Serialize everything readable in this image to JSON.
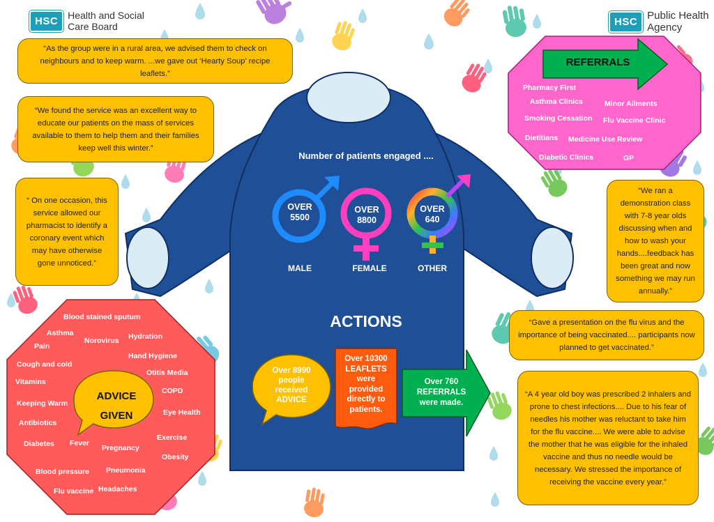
{
  "logos": {
    "hscb_badge": "HSC",
    "hscb_line1": "Health and Social",
    "hscb_line2": "Care Board",
    "pha_badge": "HSC",
    "pha_line1": "Public Health",
    "pha_line2": "Agency"
  },
  "quotes": {
    "q1": "“As the group were in a rural area, we advised them to check on neighbours and to keep warm. ...we gave out ‘Hearty Soup’ recipe leaflets.”",
    "q2": "“We found the service was an excellent way to educate our patients on the mass of services available to them to help them and their families keep well this winter.”",
    "q3": "“ On one occasion, this service allowed our pharmacist to identify a coronary event which may have otherwise gone unnoticed.”",
    "q4": "“We ran a demonstration class with 7-8 year olds discussing when and how to wash your hands....feedback has been great and now something we may run annually.”",
    "q5": "“Gave a presentation on the flu virus and the importance of being vaccinated.... participants now planned to get vaccinated.”",
    "q6": "“A 4 year old boy was prescribed 2 inhalers and prone to chest infections.... Due to his fear of needles his mother was reluctant to take him for the flu vaccine.... We were able to advise the mother that he was eligible for the inhaled vaccine and thus no needle would be necessary. We stressed the importance of receiving the vaccine every year.”"
  },
  "referrals": {
    "title": "REFERRALS",
    "items": [
      "Pharmacy First",
      "Asthma Clinics",
      "Minor Ailments",
      "Smoking Cessation",
      "Flu Vaccine Clinic",
      "Dietitians",
      "Medicine Use Review",
      "Diabetic Clinics",
      "GP"
    ]
  },
  "patients": {
    "heading": "Number of patients engaged ....",
    "male_over": "OVER",
    "male_value": "5500",
    "male_label": "MALE",
    "female_over": "OVER",
    "female_value": "8800",
    "female_label": "FEMALE",
    "other_over": "OVER",
    "other_value": "640",
    "other_label": "OTHER"
  },
  "actions": {
    "heading": "ACTIONS",
    "advice": [
      "Over 8990",
      "people",
      "received",
      "ADVICE"
    ],
    "leaflets": [
      "Over 10300",
      "LEAFLETS",
      "were",
      "provided",
      "directly to",
      "patients."
    ],
    "referrals": [
      "Over 760",
      "REFERRALS",
      "were made."
    ]
  },
  "advice_given": {
    "title_line1": "ADVICE",
    "title_line2": "GIVEN",
    "items": [
      "Blood stained sputum",
      "Asthma",
      "Norovirus",
      "Hydration",
      "Pain",
      "Hand Hygiene",
      "Cough and cold",
      "Otitis Media",
      "Vitamins",
      "COPD",
      "Keeping Warm",
      "Eye Health",
      "Antibiotics",
      "Exercise",
      "Diabetes",
      "Fever",
      "Pregnancy",
      "Obesity",
      "Pneumonia",
      "Blood pressure",
      "Flu vaccine",
      "Headaches"
    ]
  },
  "colors": {
    "shirt": "#1f4f96",
    "quote_yellow": "#ffc000",
    "referrals_pink": "#ff66cc",
    "arrow_green": "#00b050",
    "advice_red": "#ff5b5b",
    "leaflet_orange": "#ff5b0f",
    "male_blue": "#1e8cff",
    "female_pink": "#ff3fbf"
  }
}
